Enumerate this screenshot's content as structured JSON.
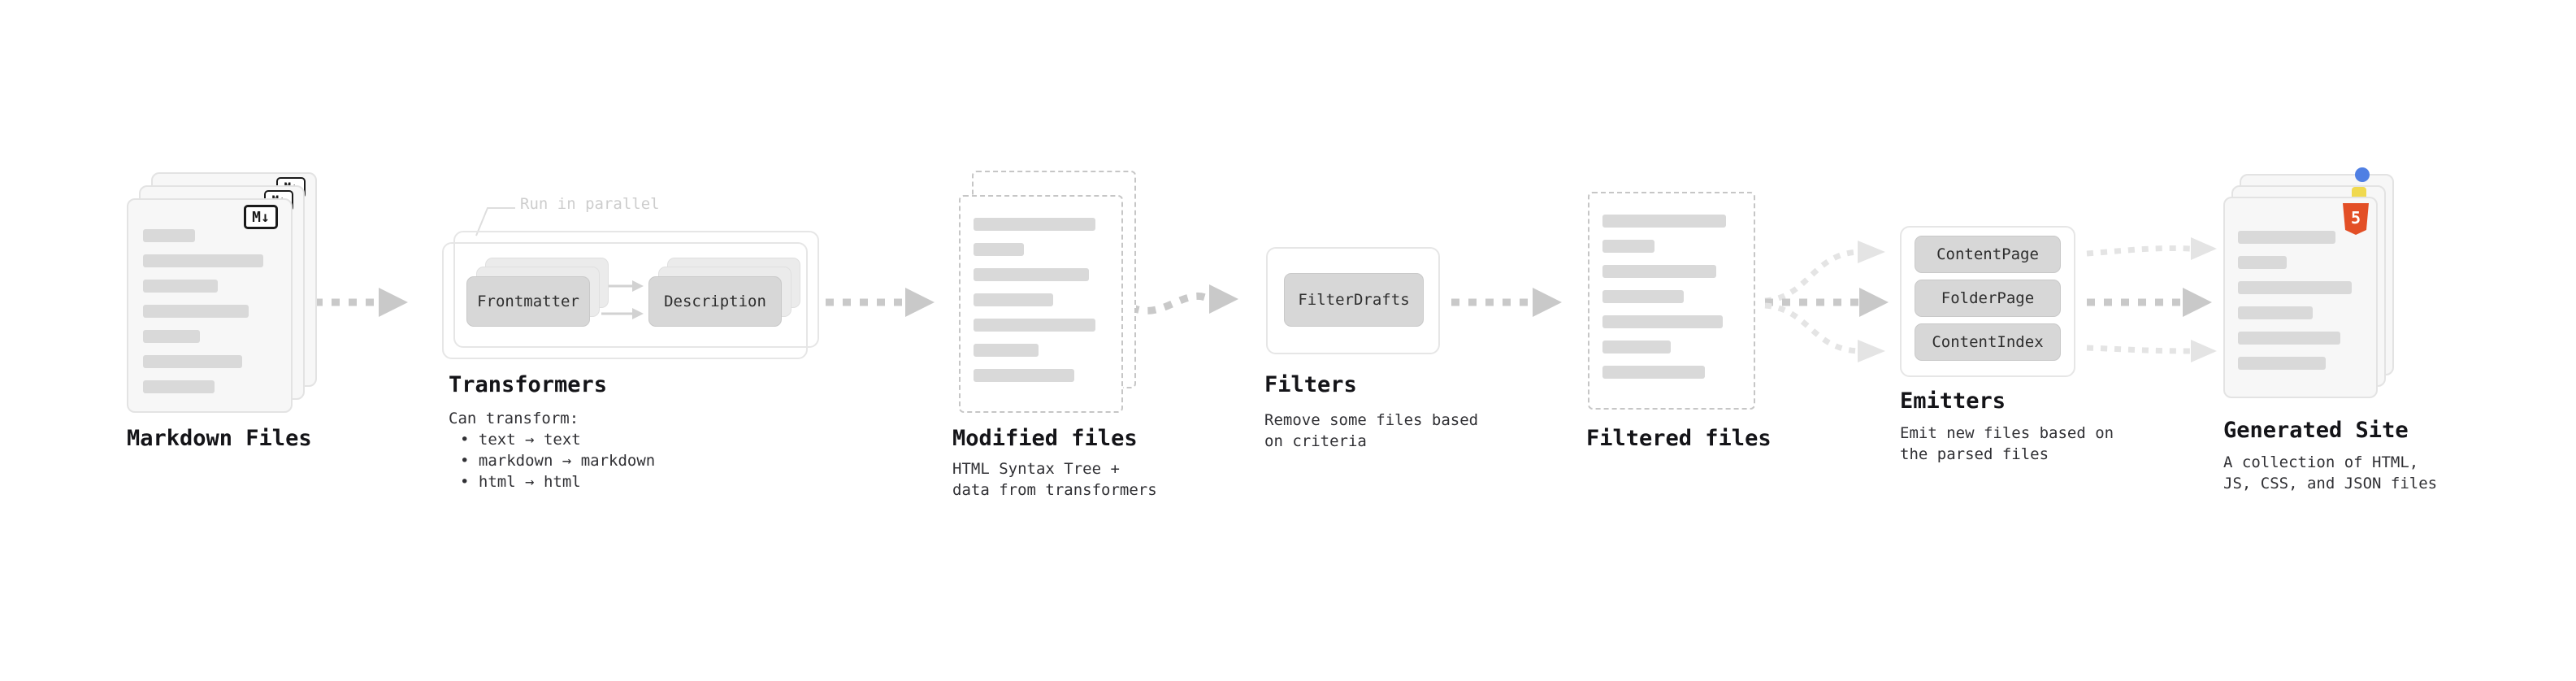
{
  "colors": {
    "html5_icon": "#e34f26",
    "js_icon": "#f0d94f",
    "ts_icon": "#4f7fe3"
  },
  "markdown_files": {
    "label": "Markdown Files",
    "icon": "M↓"
  },
  "transformers": {
    "label": "Transformers",
    "parallel_note": "Run in parallel",
    "buttons": [
      "Frontmatter",
      "Description"
    ],
    "caption_title": "Can transform:",
    "caption_items": [
      "• text → text",
      "• markdown → markdown",
      "• html → html"
    ]
  },
  "modified_files": {
    "label": "Modified files",
    "caption": [
      "HTML Syntax Tree +",
      "data from transformers"
    ]
  },
  "filters": {
    "label": "Filters",
    "buttons": [
      "FilterDrafts"
    ],
    "caption": [
      "Remove some files based",
      "on criteria"
    ]
  },
  "filtered_files": {
    "label": "Filtered files"
  },
  "emitters": {
    "label": "Emitters",
    "buttons": [
      "ContentPage",
      "FolderPage",
      "ContentIndex"
    ],
    "caption": [
      "Emit new files based on",
      "the parsed files"
    ]
  },
  "generated_site": {
    "label": "Generated Site",
    "caption": [
      "A collection of HTML,",
      "JS, CSS, and JSON files"
    ],
    "html5_icon_text": "5"
  }
}
